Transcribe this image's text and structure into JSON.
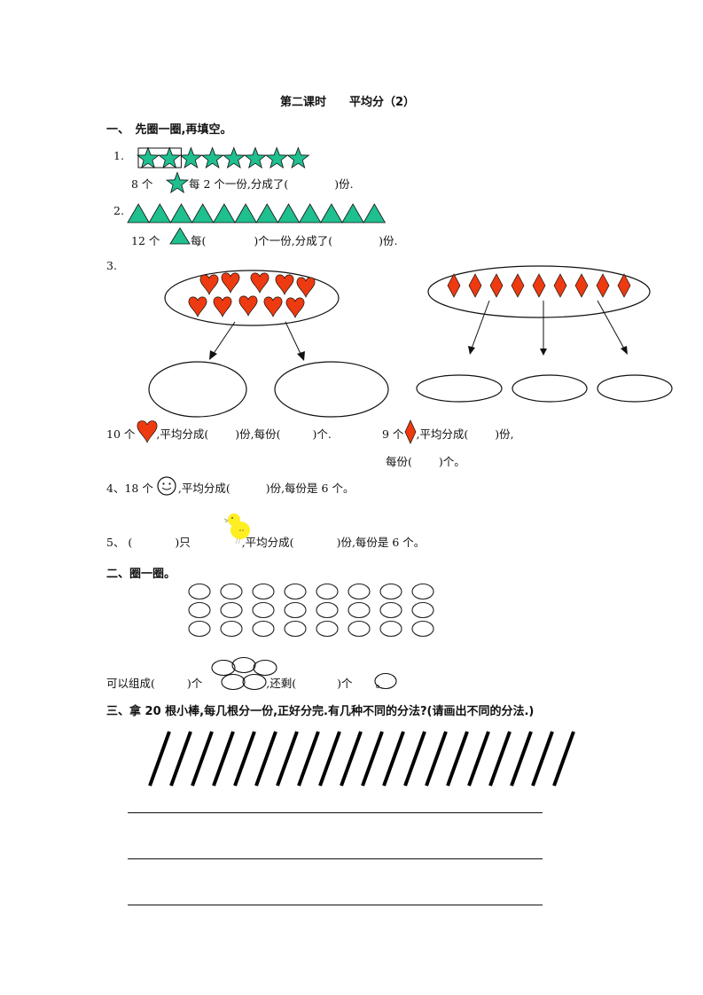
{
  "title": "第二课时　　平均分（2）",
  "section1": {
    "heading": "一、　先圈一圈,再填空。",
    "q1": {
      "num": "1.",
      "count_text": "8 个",
      "rest_text": "每 2 个一份,分成了(",
      "end_text": ")份.",
      "star_count": 8,
      "boxed_count": 2
    },
    "q2": {
      "num": "2.",
      "count_text": "12 个",
      "rest_text": "每(",
      "mid_text": ")个一份,分成了(",
      "end_text": ")份.",
      "triangle_count": 12
    },
    "q3": {
      "num": "3.",
      "heart_count": 10,
      "hearts_groups": 2,
      "diamond_count": 9,
      "diamond_groups": 3,
      "left_text_a": "10 个",
      "left_text_b": ",平均分成(",
      "left_text_c": ")份,每份(",
      "left_text_d": ")个.",
      "right_text_a": "9 个",
      "right_text_b": ",平均分成(",
      "right_text_c": ")份,",
      "right_line2_a": "每份(",
      "right_line2_b": ")个。"
    },
    "q4": {
      "text_a": "4、18 个",
      "text_b": ",平均分成(",
      "text_c": ")份,每份是 6 个。"
    },
    "q5": {
      "text_a": "5、 (",
      "text_b": ")只",
      "text_c": ",平均分成(",
      "text_d": ")份,每份是 6 个。"
    }
  },
  "section2": {
    "heading": "二、圈一圈。",
    "grid_rows": 3,
    "grid_cols": 8,
    "line_a": "可以组成(",
    "line_b": ")个",
    "line_c": ",还剩(",
    "line_d": ")个",
    "line_e": "。"
  },
  "section3": {
    "heading": "三、拿 20 根小棒,每几根分一份,正好分完.有几种不同的分法?(请画出不同的分法.)",
    "stick_count": 20,
    "answer_lines": 3
  },
  "colors": {
    "green": "#1fbf8f",
    "red": "#ee3a10",
    "chick": "#ffee22"
  }
}
